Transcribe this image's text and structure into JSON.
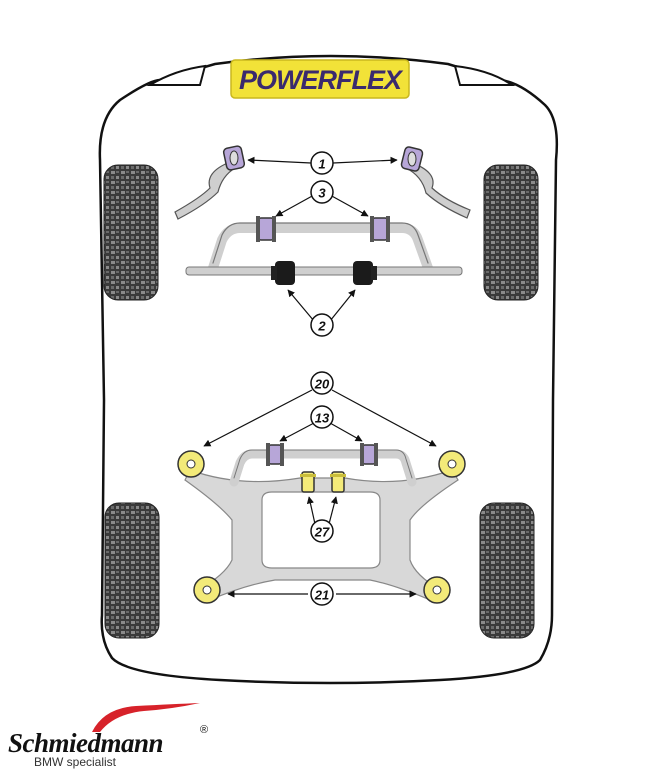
{
  "brand_logo": {
    "text": "POWERFLEX",
    "color_bg": "#f2e238",
    "color_text": "#3a2a6e"
  },
  "callouts": [
    "1",
    "3",
    "2",
    "20",
    "13",
    "27",
    "21"
  ],
  "dealer": {
    "name": "Schmiedmann",
    "reg": "®",
    "tagline": "BMW specialist",
    "accent": "#d7222a"
  },
  "colors": {
    "bush_purple": "#b7a6d8",
    "bush_yellow": "#f3ea79",
    "bush_black": "#1b1b1b",
    "frame_grey": "#d8d8d8",
    "tyre": "#555555"
  }
}
